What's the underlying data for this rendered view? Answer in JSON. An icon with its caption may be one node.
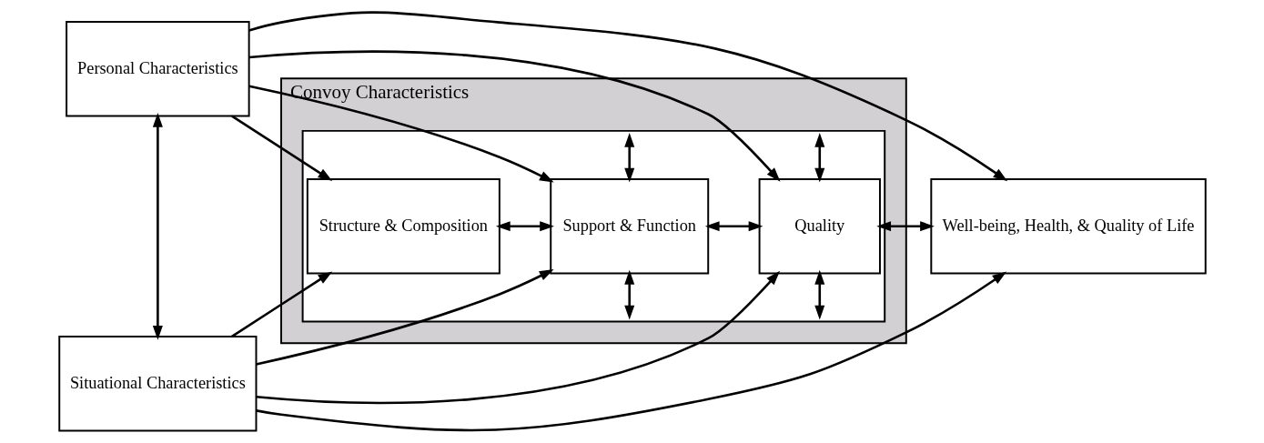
{
  "diagram": {
    "nodes": [
      {
        "text": [
          "Personal Characteristics"
        ]
      },
      {
        "text": [
          "Situational Characteristics"
        ]
      },
      {
        "text": [
          "Convoy Characteristics"
        ]
      },
      {
        "text": [],
        "shape": "box",
        "in": 2
      },
      {
        "text": [
          "Structure & Composition"
        ],
        "in": 3
      },
      {
        "text": [
          "Support & Function"
        ],
        "in": 3
      },
      {
        "text": [
          "Quality"
        ],
        "in": 3
      },
      {
        "text": [
          "Well-being, Health, & Quality of Life"
        ]
      }
    ],
    "edges": [
      {
        "from": 0,
        "to": 1,
        "arrow": "both"
      },
      {
        "from": 0,
        "to": 4,
        "arrow": "to"
      },
      {
        "from": 0,
        "to": 5,
        "arrow": "to"
      },
      {
        "from": 0,
        "to": 6,
        "arrow": "to"
      },
      {
        "from": 0,
        "to": 7,
        "arrow": "to"
      },
      {
        "from": 1,
        "to": 4,
        "arrow": "to"
      },
      {
        "from": 1,
        "to": 5,
        "arrow": "to"
      },
      {
        "from": 1,
        "to": 6,
        "arrow": "to"
      },
      {
        "from": 1,
        "to": 7,
        "arrow": "to"
      },
      {
        "from": 4,
        "to": 5,
        "arrow": "both"
      },
      {
        "from": 5,
        "to": 6,
        "arrow": "both"
      },
      {
        "from": 6,
        "to": 7,
        "arrow": "both"
      },
      {
        "from": 3,
        "to": 5,
        "arrow": "both"
      },
      {
        "from": 3,
        "to": 6,
        "arrow": "both"
      },
      {
        "from": 5,
        "to": 3,
        "arrow": "both"
      },
      {
        "from": 6,
        "to": 3,
        "arrow": "both"
      }
    ]
  }
}
